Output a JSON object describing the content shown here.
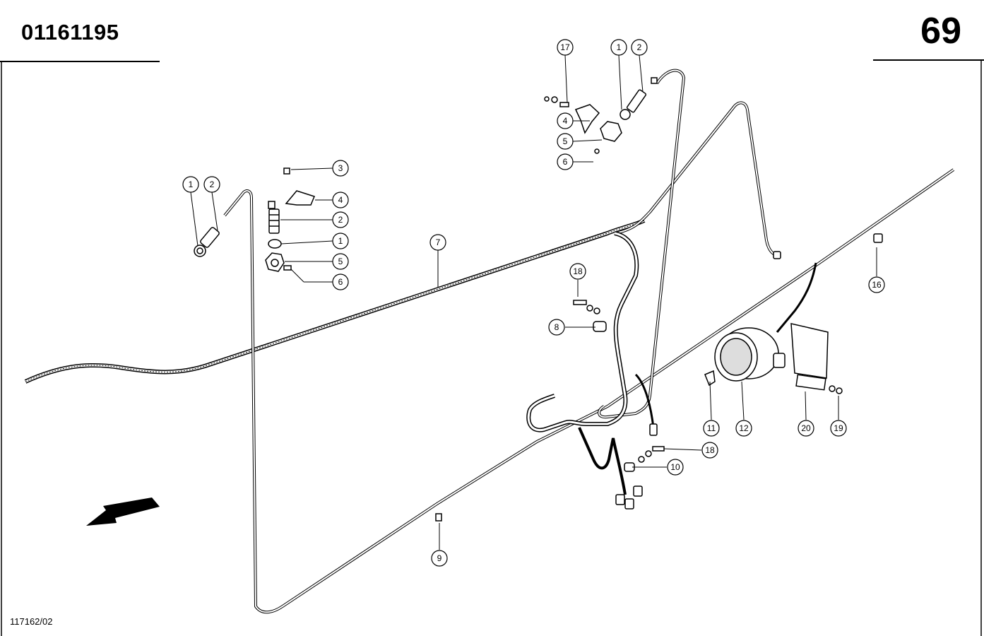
{
  "header": {
    "part_number": "01161195",
    "page_number": "69"
  },
  "footer": {
    "drawing_ref": "117162/02"
  },
  "callouts": [
    {
      "id": "c1a",
      "label": "1"
    },
    {
      "id": "c2a",
      "label": "2"
    },
    {
      "id": "c3",
      "label": "3"
    },
    {
      "id": "c4a",
      "label": "4"
    },
    {
      "id": "c2b",
      "label": "2"
    },
    {
      "id": "c1b",
      "label": "1"
    },
    {
      "id": "c5a",
      "label": "5"
    },
    {
      "id": "c6a",
      "label": "6"
    },
    {
      "id": "c7",
      "label": "7"
    },
    {
      "id": "c17",
      "label": "17"
    },
    {
      "id": "c1c",
      "label": "1"
    },
    {
      "id": "c2c",
      "label": "2"
    },
    {
      "id": "c4b",
      "label": "4"
    },
    {
      "id": "c5b",
      "label": "5"
    },
    {
      "id": "c6b",
      "label": "6"
    },
    {
      "id": "c18a",
      "label": "18"
    },
    {
      "id": "c8",
      "label": "8"
    },
    {
      "id": "c16",
      "label": "16"
    },
    {
      "id": "c11",
      "label": "11"
    },
    {
      "id": "c12",
      "label": "12"
    },
    {
      "id": "c20",
      "label": "20"
    },
    {
      "id": "c19",
      "label": "19"
    },
    {
      "id": "c18b",
      "label": "18"
    },
    {
      "id": "c10",
      "label": "10"
    },
    {
      "id": "c9",
      "label": "9"
    }
  ]
}
